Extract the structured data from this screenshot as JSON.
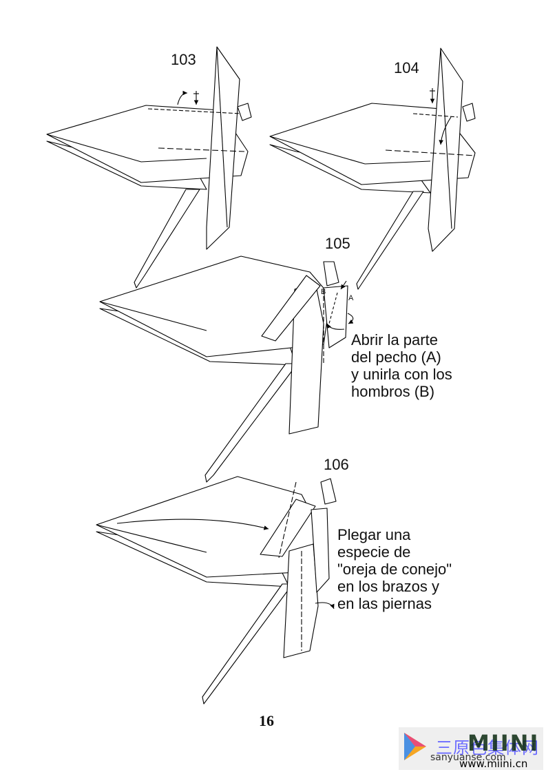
{
  "steps": [
    {
      "number": "103"
    },
    {
      "number": "104"
    },
    {
      "number": "105",
      "caption": [
        "Abrir la parte",
        "del pecho (A)",
        "y unirla con los",
        "hombros (B)"
      ],
      "labels": {
        "a": "A",
        "b": "B"
      }
    },
    {
      "number": "106",
      "caption": [
        "Plegar una",
        "especie de",
        "\"oreja de conejo\"",
        "en los brazos y",
        "en las piernas"
      ]
    }
  ],
  "page_number": "16",
  "watermark": {
    "chinese": "三原色集体网",
    "brand": "MIINI",
    "site": "sanyuanse.com",
    "url": "www.miini.cn"
  }
}
